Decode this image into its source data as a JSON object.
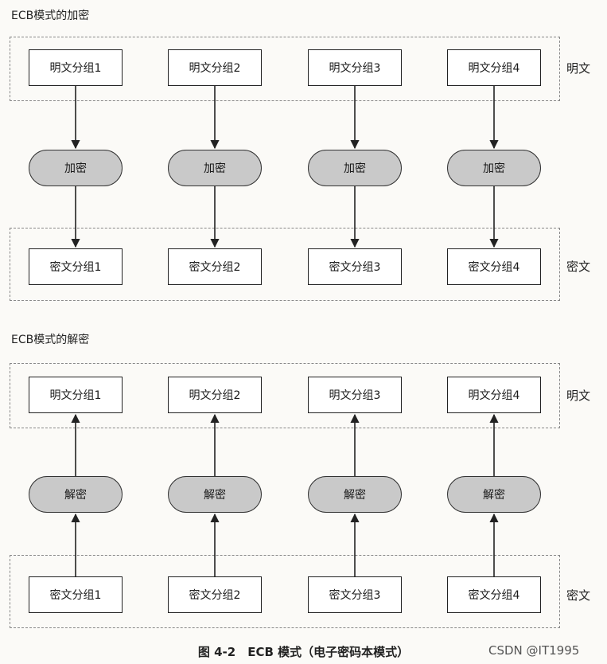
{
  "encryption": {
    "title": "ECB模式的加密",
    "plaintext_label": "明文",
    "ciphertext_label": "密文",
    "plaintext_blocks": [
      "明文分组1",
      "明文分组2",
      "明文分组3",
      "明文分组4"
    ],
    "operation": "加密",
    "ciphertext_blocks": [
      "密文分组1",
      "密文分组2",
      "密文分组3",
      "密文分组4"
    ]
  },
  "decryption": {
    "title": "ECB模式的解密",
    "plaintext_label": "明文",
    "ciphertext_label": "密文",
    "plaintext_blocks": [
      "明文分组1",
      "明文分组2",
      "明文分组3",
      "明文分组4"
    ],
    "operation": "解密",
    "ciphertext_blocks": [
      "密文分组1",
      "密文分组2",
      "密文分组3",
      "密文分组4"
    ]
  },
  "caption": "图 4-2　ECB 模式（电子密码本模式）",
  "watermark": "CSDN @IT1995",
  "colors": {
    "pill_fill": "#c9c9c9",
    "line": "#222222"
  }
}
